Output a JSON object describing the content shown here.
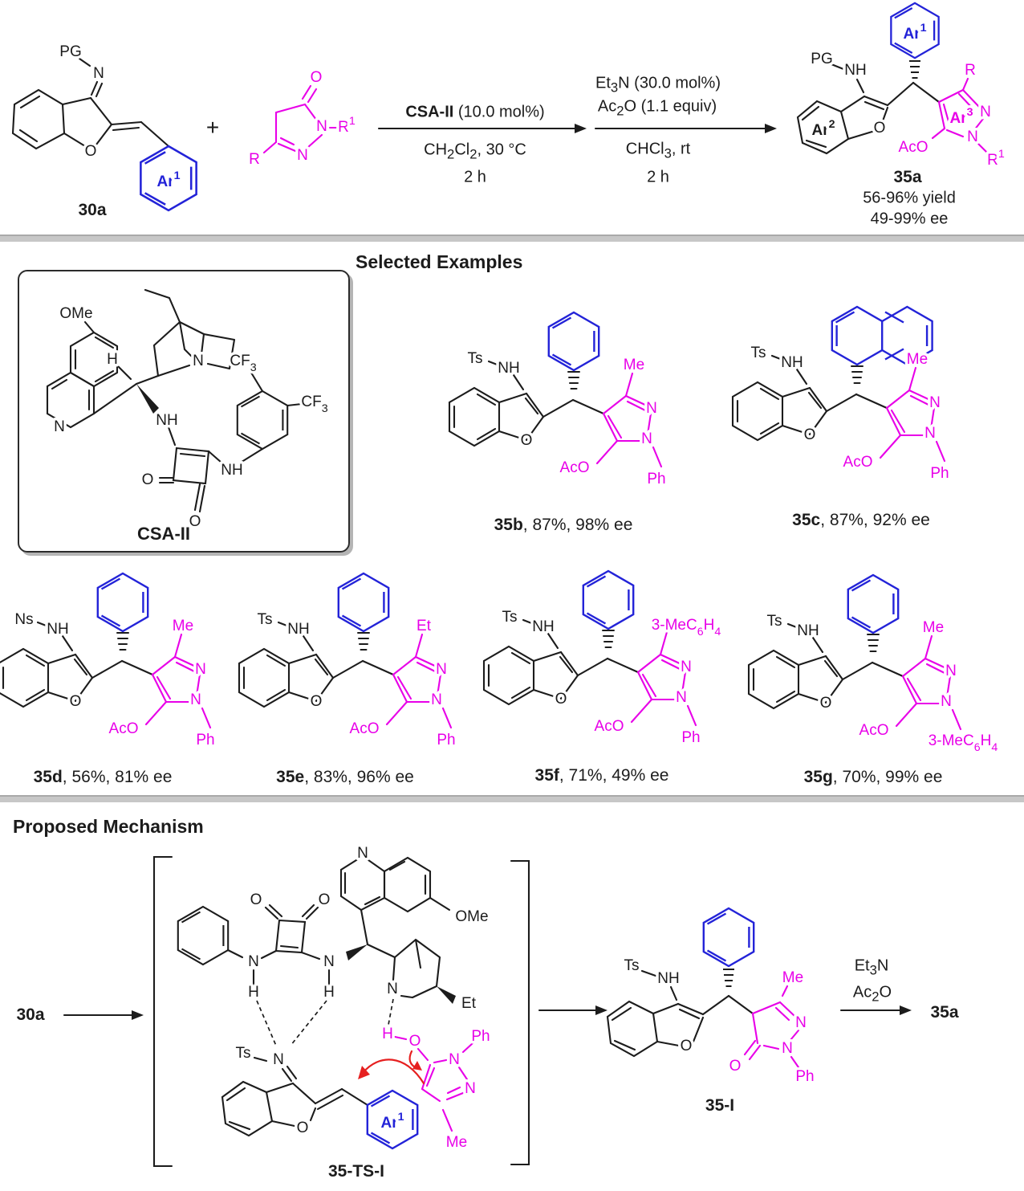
{
  "colors": {
    "blue": "#2323d8",
    "magenta": "#e800e8",
    "red": "#e62020",
    "ink": "#1c1c1c",
    "divider": "#c7c7c7"
  },
  "atoms": {
    "pg": "PG",
    "n": "N",
    "nh": "NH",
    "o": "O",
    "h": "H",
    "ts": "Ts",
    "ns": "Ns",
    "aco": "AcO",
    "ph": "Ph",
    "me": "Me",
    "et": "Et",
    "ome": "OMe",
    "r": "R",
    "r1": "R^1^",
    "ar1": "Ar^1^",
    "ar2": "Ar^2^",
    "ar3": "Ar^3^",
    "cf3": "CF_3_",
    "tolyl": "3-MeC_6_H_4_",
    "plus": "+"
  },
  "labels": {
    "c30a": "30a",
    "c35a": "35a",
    "yield": "56-96% yield",
    "ee": "49-99% ee",
    "selected": "Selected Examples",
    "mechanism": "Proposed Mechanism",
    "catalyst": "CSA-II",
    "ts": "35-TS-I",
    "intermediate": "35-I"
  },
  "conditions": {
    "step1_cat": "CSA-II",
    "step1_load": " (10.0 mol%)",
    "step1_solvent": "CH_2_Cl_2_, 30 °C",
    "step1_time": "2 h",
    "step2_line1": "Et_3_N (30.0 mol%)",
    "step2_line2": "Ac_2_O (1.1 equiv)",
    "step2_solvent": "CHCl_3_, rt",
    "step2_time": "2 h",
    "mech_line1": "Et_3_N",
    "mech_line2": "Ac_2_O"
  },
  "examples": {
    "b": {
      "name": "35b",
      "result": ", 87%, 98% ee",
      "sulfonyl": "Ts",
      "c3_sub": "Me",
      "n_sub": "Ph"
    },
    "c": {
      "name": "35c",
      "result": ", 87%, 92% ee",
      "sulfonyl": "Ts",
      "c3_sub": "Me",
      "n_sub": "Ph"
    },
    "d": {
      "name": "35d",
      "result": ", 56%, 81% ee",
      "sulfonyl": "Ns",
      "c3_sub": "Me",
      "n_sub": "Ph"
    },
    "e": {
      "name": "35e",
      "result": ", 83%, 96% ee",
      "sulfonyl": "Ts",
      "c3_sub": "Et",
      "n_sub": "Ph"
    },
    "f": {
      "name": "35f",
      "result": ", 71%, 49% ee",
      "sulfonyl": "Ts",
      "c3_sub": "3-MeC_6_H_4_",
      "n_sub": "Ph"
    },
    "g": {
      "name": "35g",
      "result": ", 70%, 99% ee",
      "sulfonyl": "Ts",
      "c3_sub": "Me",
      "n_sub": "3-MeC_6_H_4_"
    }
  }
}
